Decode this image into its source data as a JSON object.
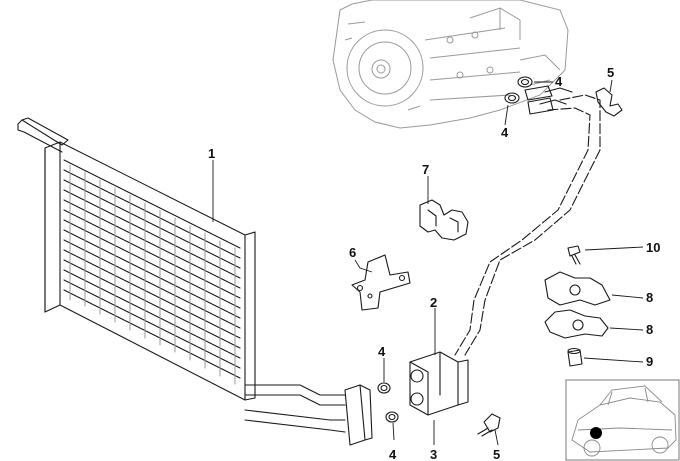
{
  "parts": [
    {
      "id": "p1",
      "label": "1"
    },
    {
      "id": "p2",
      "label": "2"
    },
    {
      "id": "p3",
      "label": "3"
    },
    {
      "id": "p4a",
      "label": "4"
    },
    {
      "id": "p4b",
      "label": "4"
    },
    {
      "id": "p4c",
      "label": "4"
    },
    {
      "id": "p4d",
      "label": "4"
    },
    {
      "id": "p5a",
      "label": "5"
    },
    {
      "id": "p5b",
      "label": "5"
    },
    {
      "id": "p6",
      "label": "6"
    },
    {
      "id": "p7",
      "label": "7"
    },
    {
      "id": "p8a",
      "label": "8"
    },
    {
      "id": "p8b",
      "label": "8"
    },
    {
      "id": "p9",
      "label": "9"
    },
    {
      "id": "p10",
      "label": "10"
    }
  ],
  "colors": {
    "line": "#1a1a1a",
    "faint": "#9a9a9a",
    "marker": "#000000"
  },
  "icons": {
    "vehicle_thumbnail": "car-location-icon"
  }
}
